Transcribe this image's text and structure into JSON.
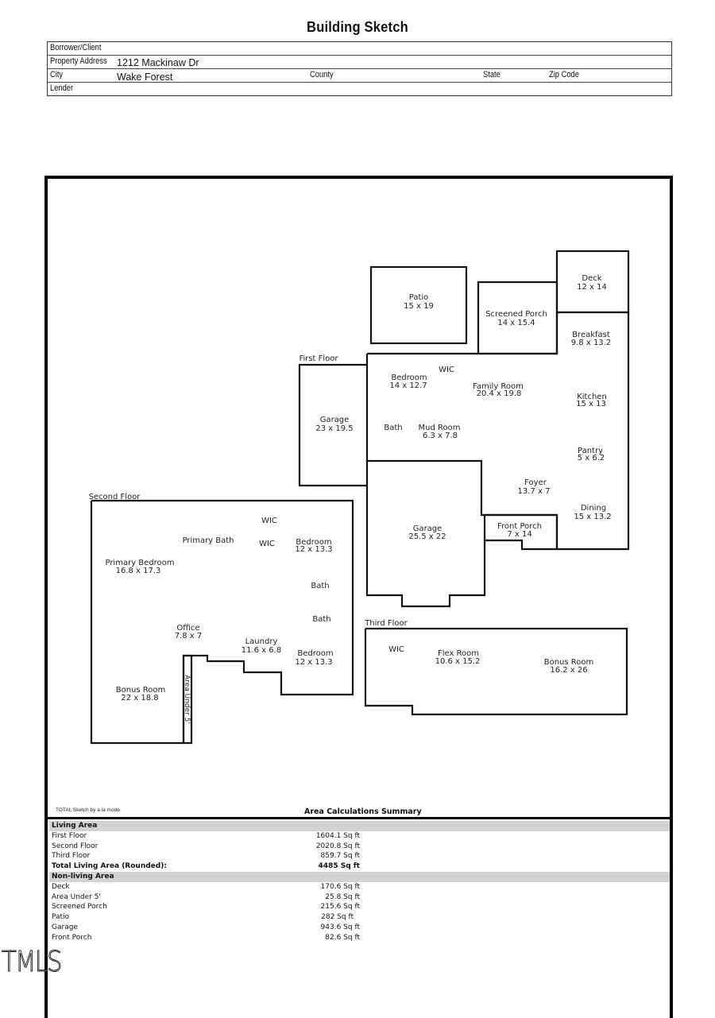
{
  "document": {
    "title": "Building Sketch",
    "header": {
      "borrower_label": "Borrower/Client",
      "borrower_value": "",
      "address_label": "Property Address",
      "address_value": "1212 Mackinaw Dr",
      "city_label": "City",
      "city_value": "Wake Forest",
      "county_label": "County",
      "state_label": "State",
      "zip_label": "Zip Code",
      "lender_label": "Lender"
    }
  },
  "sketch": {
    "floors": {
      "first": "First Floor",
      "second": "Second Floor",
      "third": "Third Floor"
    },
    "rooms": {
      "patio": {
        "name": "Patio",
        "dim": "15 x 19"
      },
      "screened_porch": {
        "name": "Screened Porch",
        "dim": "14 x 15.4"
      },
      "deck": {
        "name": "Deck",
        "dim": "12 x 14"
      },
      "breakfast": {
        "name": "Breakfast",
        "dim": "9.8 x 13.2"
      },
      "bedroom_1": {
        "name": "Bedroom",
        "dim": "14 x 12.7"
      },
      "wic_1": {
        "name": "WIC"
      },
      "family_room": {
        "name": "Family Room",
        "dim": "20.4 x 19.8"
      },
      "kitchen": {
        "name": "Kitchen",
        "dim": "15 x 13"
      },
      "garage_1": {
        "name": "Garage",
        "dim": "23 x 19.5"
      },
      "bath_1": {
        "name": "Bath"
      },
      "mud_room": {
        "name": "Mud Room",
        "dim": "6.3 x 7.8"
      },
      "pantry": {
        "name": "Pantry",
        "dim": "5 x 6.2"
      },
      "foyer": {
        "name": "Foyer",
        "dim": "13.7 x 7"
      },
      "dining": {
        "name": "Dining",
        "dim": "15 x 13.2"
      },
      "front_porch": {
        "name": "Front Porch",
        "dim": "7 x 14"
      },
      "garage_2": {
        "name": "Garage",
        "dim": "25.5 x 22"
      },
      "wic_2": {
        "name": "WIC"
      },
      "wic_3": {
        "name": "WIC"
      },
      "primary_bath": {
        "name": "Primary Bath"
      },
      "bedroom_2": {
        "name": "Bedroom",
        "dim": "12 x 13.3"
      },
      "primary_bedroom": {
        "name": "Primary Bedroom",
        "dim": "16.8 x 17.3"
      },
      "bath_2": {
        "name": "Bath"
      },
      "bath_3": {
        "name": "Bath"
      },
      "office": {
        "name": "Office",
        "dim": "7.8 x 7"
      },
      "laundry": {
        "name": "Laundry",
        "dim": "11.6 x 6.8"
      },
      "bedroom_3": {
        "name": "Bedroom",
        "dim": "12 x 13.3"
      },
      "bonus_room_2": {
        "name": "Bonus Room",
        "dim": "22 x 18.8"
      },
      "area_under_5": {
        "name": "Area Under 5'"
      },
      "wic_4": {
        "name": "WIC"
      },
      "flex_room": {
        "name": "Flex Room",
        "dim": "10.6 x 15.2"
      },
      "bonus_room_3": {
        "name": "Bonus Room",
        "dim": "16.2 x 26"
      }
    }
  },
  "footer": {
    "credit": "TOTAL Sketch by a la mode",
    "summary_title": "Area Calculations Summary"
  },
  "summary": {
    "living_header": "Living Area",
    "living": [
      {
        "label": "First Floor",
        "value": "1604.1 Sq ft"
      },
      {
        "label": "Second Floor",
        "value": "2020.8 Sq ft"
      },
      {
        "label": "Third Floor",
        "value": "859.7 Sq ft"
      }
    ],
    "total_label": "Total Living Area (Rounded):",
    "total_value": "4485 Sq ft",
    "nonliving_header": "Non-living Area",
    "nonliving": [
      {
        "label": "Deck",
        "value": "170.6 Sq ft"
      },
      {
        "label": "Area Under 5'",
        "value": "25.8 Sq ft"
      },
      {
        "label": "Screened Porch",
        "value": "215.6 Sq ft"
      },
      {
        "label": "Patio",
        "value": "282 Sq ft"
      },
      {
        "label": "Garage",
        "value": "943.6 Sq ft"
      },
      {
        "label": "Front Porch",
        "value": "82.6 Sq ft"
      }
    ]
  },
  "watermark": "TMLS"
}
